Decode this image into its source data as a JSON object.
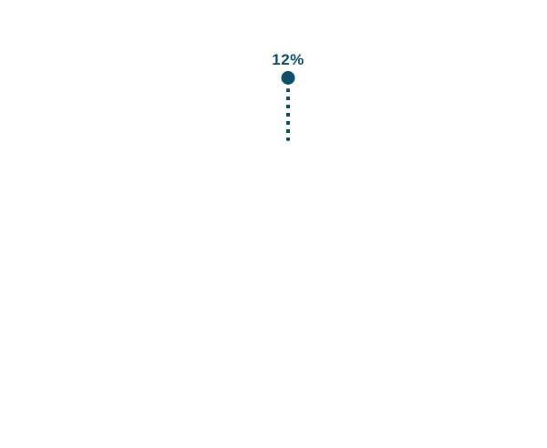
{
  "colors": {
    "accent": "#11506a",
    "background": "#ffffff"
  },
  "chart_data": {
    "type": "scatter",
    "title": "",
    "xlabel": "",
    "ylabel": "",
    "points": [
      {
        "label": "12%",
        "value": 12,
        "marker": "circle",
        "leader_line": "dashed-vertical"
      }
    ],
    "legend": "none",
    "grid": false,
    "layout_hints": {
      "canvas": "blank white, single annotated data point near top center",
      "label_position": "above marker",
      "leader_line_direction": "downward from marker"
    }
  }
}
